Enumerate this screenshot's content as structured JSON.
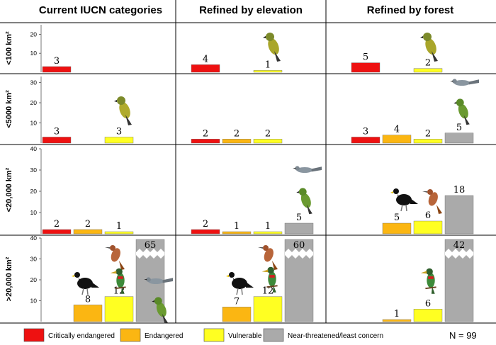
{
  "chart_data": {
    "type": "bar",
    "columns": [
      "Current IUCN categories",
      "Refined by elevation",
      "Refined by forest"
    ],
    "rows": [
      {
        "label": "<100 km²",
        "ylim": [
          0,
          25
        ],
        "yticks": [
          10,
          20
        ]
      },
      {
        "label": "<5000 km²",
        "ylim": [
          0,
          33
        ],
        "yticks": [
          10,
          20,
          30
        ]
      },
      {
        "label": "<20,000 km²",
        "ylim": [
          0,
          40
        ],
        "yticks": [
          10,
          20,
          30,
          40
        ]
      },
      {
        "label": ">20,000 km²",
        "ylim": [
          0,
          40
        ],
        "yticks": [
          10,
          20,
          30,
          40
        ]
      }
    ],
    "categories": [
      "Critically endangered",
      "Endangered",
      "Vulnerable",
      "Near-threatened/least concern"
    ],
    "colors": [
      "#ee1111",
      "#fbb612",
      "#ffff22",
      "#aaaaaa"
    ],
    "values": [
      [
        [
          3,
          null,
          null,
          null
        ],
        [
          4,
          null,
          1,
          null
        ],
        [
          5,
          null,
          2,
          null
        ]
      ],
      [
        [
          3,
          null,
          3,
          null
        ],
        [
          2,
          2,
          2,
          null
        ],
        [
          3,
          4,
          2,
          5
        ]
      ],
      [
        [
          2,
          2,
          1,
          null
        ],
        [
          2,
          1,
          1,
          5
        ],
        [
          null,
          5,
          6,
          18
        ]
      ],
      [
        [
          null,
          8,
          12,
          65
        ],
        [
          null,
          7,
          12,
          60
        ],
        [
          null,
          1,
          6,
          42
        ]
      ]
    ],
    "legend": {
      "entries": [
        "Critically endangered",
        "Endangered",
        "Vulnerable",
        "Near-threatened/least concern"
      ],
      "placement": "bottom"
    },
    "annotation": "N = 99",
    "broken_axis_note": "bars exceeding axis shown truncated with zigzag break"
  },
  "icons": [
    "bird-illustration-icon",
    "bird-grey-icon",
    "curassow-icon",
    "toucan-icon",
    "brown-bird-icon"
  ]
}
